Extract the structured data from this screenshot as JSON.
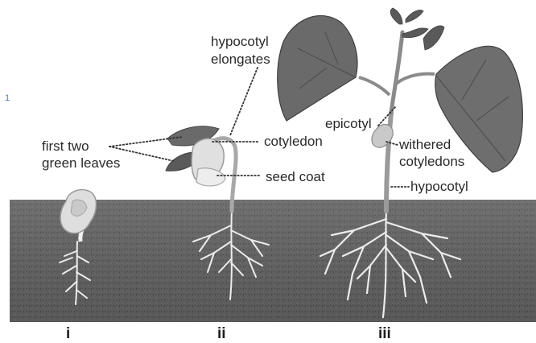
{
  "labels": {
    "hypocotyl_elongates_1": "hypocotyl",
    "hypocotyl_elongates_2": "elongates",
    "first_two_1": "first two",
    "first_two_2": "green leaves",
    "cotyledon": "cotyledon",
    "seed_coat": "seed coat",
    "epicotyl": "epicotyl",
    "withered_1": "withered",
    "withered_2": "cotyledons",
    "hypocotyl": "hypocotyl"
  },
  "stages": [
    "i",
    "ii",
    "iii"
  ],
  "colors": {
    "soil": "#5e5e5e",
    "leaf": "#6a6a6a",
    "leaf_dark": "#4a4a4a",
    "stem": "#9a9a9a",
    "root": "#e6e6e6",
    "seed": "#dcdcdc"
  }
}
